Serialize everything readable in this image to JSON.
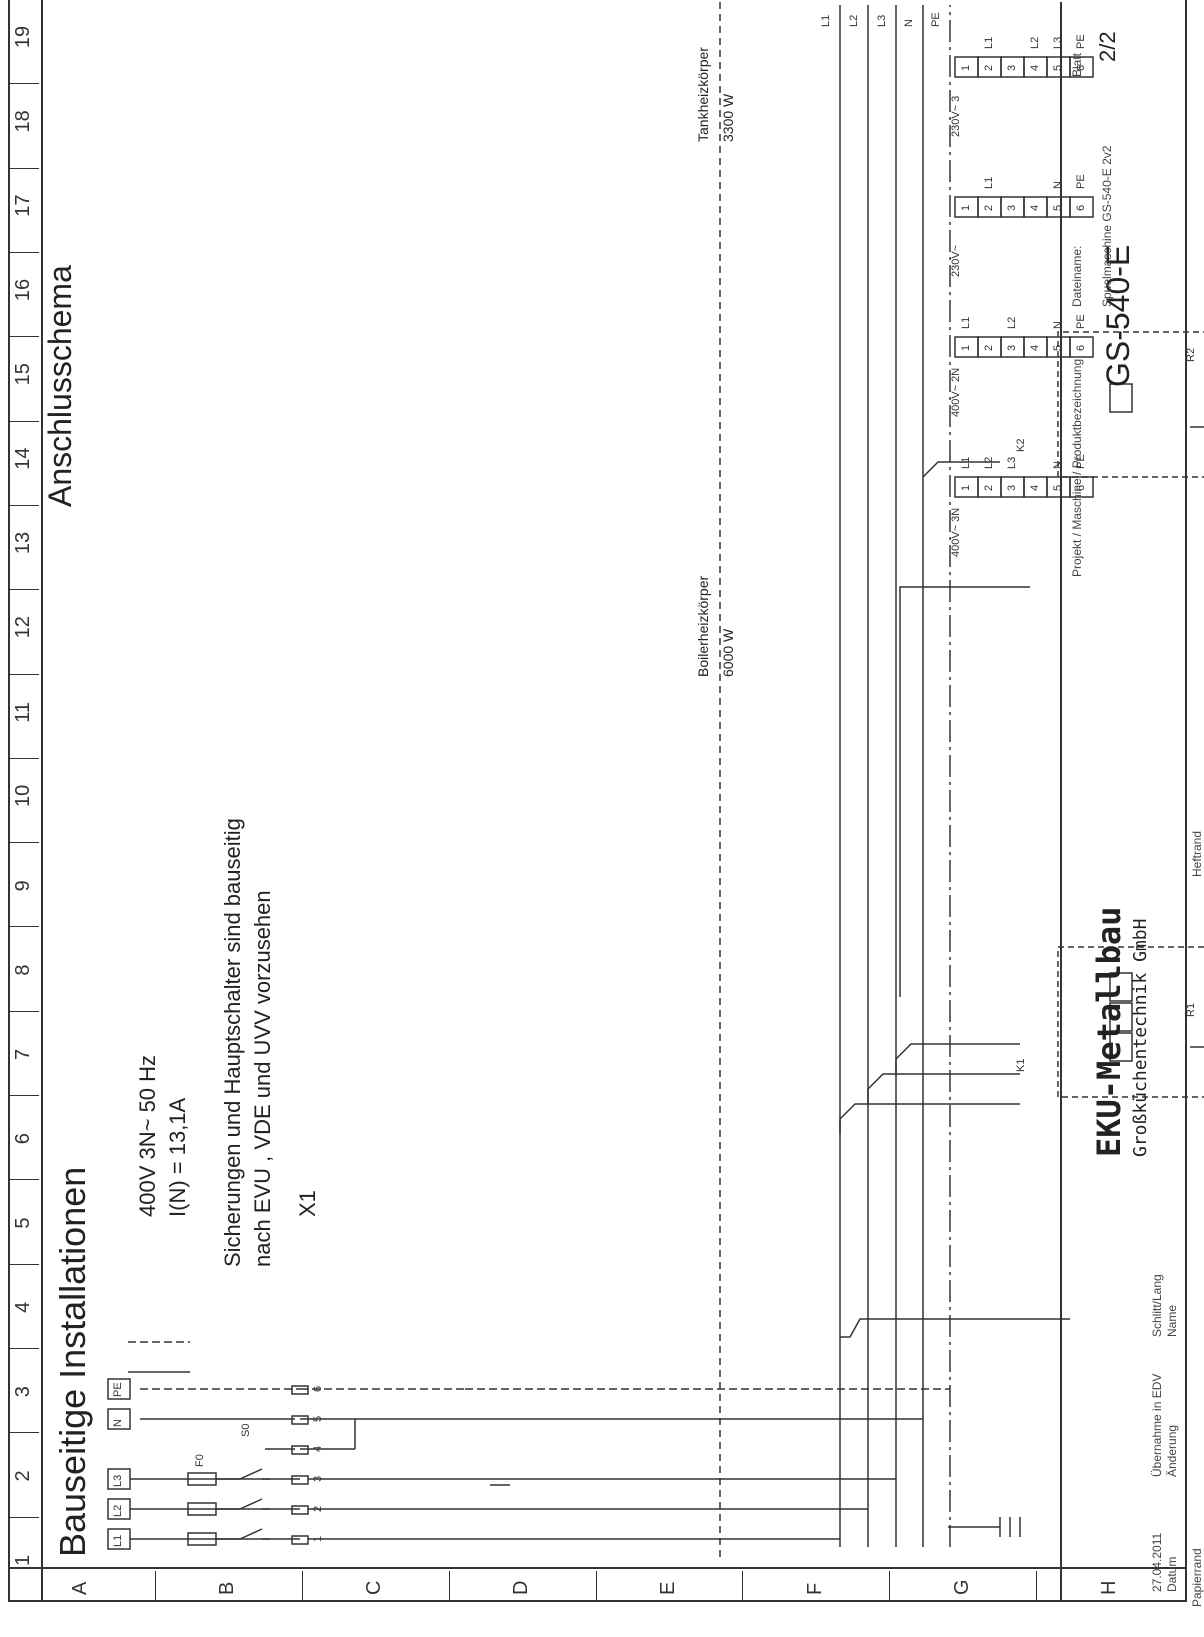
{
  "grid": {
    "columns": [
      "1",
      "2",
      "3",
      "4",
      "5",
      "6",
      "7",
      "8",
      "9",
      "10",
      "11",
      "12",
      "13",
      "14",
      "15",
      "16",
      "17",
      "18",
      "19"
    ],
    "rows": [
      "A",
      "B",
      "C",
      "D",
      "E",
      "F",
      "G",
      "H"
    ]
  },
  "titles": {
    "bauseitig": "Bauseitige Installationen",
    "supply": "400V   3N~   50 Hz",
    "current": "I(N) = 13,1A",
    "note_line1": "Sicherungen und Hauptschalter sind bauseitig",
    "note_line2": "nach EVU , VDE und UVV vorzusehen",
    "anschluss": "Anschlusschema"
  },
  "terminals_left": [
    "L1",
    "L2",
    "L3",
    "N",
    "PE"
  ],
  "labels": {
    "x1": "X1",
    "f0": "F0",
    "s0": "S0",
    "k1": "K1",
    "k2": "K2",
    "r1": "R1",
    "r2": "R2",
    "x1_nums": [
      "1",
      "2",
      "3",
      "4",
      "5",
      "6"
    ],
    "busbars": [
      "L1",
      "L2",
      "L3",
      "N",
      "PE"
    ]
  },
  "heaters": {
    "boiler_name": "Boilerheizkörper",
    "boiler_power": "6000 W",
    "tank_name": "Tankheizkörper",
    "tank_power": "3300 W"
  },
  "schemas": [
    {
      "header": "400V~ 3N",
      "labels": [
        "L1",
        "L2",
        "L3",
        "",
        "N",
        "PE"
      ]
    },
    {
      "header": "400V~ 2N",
      "labels": [
        "L1",
        "",
        "L2",
        "",
        "N",
        "PE"
      ]
    },
    {
      "header": "230V~",
      "labels": [
        "",
        "L1",
        "",
        "",
        "N",
        "PE"
      ]
    },
    {
      "header": "230V~ 3",
      "labels": [
        "",
        "L1",
        "",
        "L2",
        "L3",
        "PE"
      ]
    }
  ],
  "title_block": {
    "date": "27.04.2011",
    "datum_label": "Datum",
    "uebernahme": "Übernahme in EDV",
    "aenderung": "Änderung",
    "name_val": "Schlitt/Lang",
    "name_label": "Name",
    "company1": "EKU-Metallbau",
    "company2": "Großküchentechnik GmbH",
    "projekt_label": "Projekt / Maschine / Produktbezeichnung",
    "product": "GS-540-E",
    "dateiname_label": "Dateiname:",
    "dateiname": "Spuelmaschine GS-540-E 2v2",
    "blatt_label": "Blatt",
    "blatt": "2/2"
  },
  "margin": {
    "heftrand": "Heftrand",
    "papierrand": "Papierrand"
  }
}
